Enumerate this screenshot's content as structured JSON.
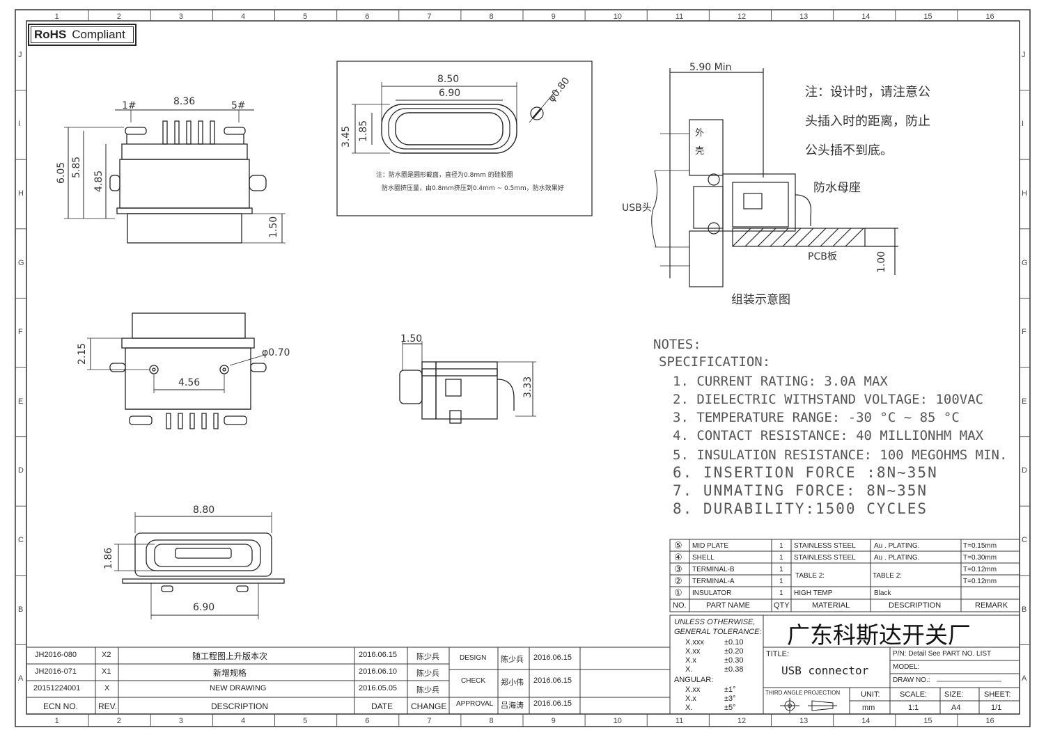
{
  "zones": {
    "columns": [
      "1",
      "2",
      "3",
      "4",
      "5",
      "6",
      "7",
      "8",
      "9",
      "10",
      "11",
      "12",
      "13",
      "14",
      "15",
      "16"
    ],
    "rows": [
      "J",
      "I",
      "H",
      "G",
      "F",
      "E",
      "D",
      "C",
      "B",
      "A"
    ]
  },
  "rohs": {
    "bold": "RoHS",
    "text": "Compliant"
  },
  "top_view": {
    "pin1": "1#",
    "span": "8.36",
    "pin5": "5#",
    "h1": "6.05",
    "h2": "5.85",
    "h3": "4.85",
    "tail": "1.50"
  },
  "cutout": {
    "outer": "8.50",
    "inner": "6.90",
    "h_outer": "3.45",
    "h_inner": "1.85",
    "ring": "φ0.80",
    "note1": "注：防水圈是圆形截面，直径为0.8mm 的硅胶圈",
    "note2": "防水圈挤压量，由0.8mm挤压到0.4mm ~ 0.5mm，防水效果好"
  },
  "assembly": {
    "min": "5.90 Min",
    "shell": [
      "外",
      "壳"
    ],
    "usb": "USB头",
    "seat": "防水母座",
    "pcb": "PCB板",
    "thick": "1.00",
    "caption": "组装示意图",
    "note": [
      "注：设计时，请注意公",
      "头插入时的距离，防止",
      "公头插不到底。"
    ]
  },
  "bottom_view": {
    "h": "2.15",
    "pitch": "4.56",
    "hole": "φ0.70"
  },
  "side_view": {
    "w": "1.50",
    "h": "3.33"
  },
  "front_view": {
    "w_outer": "8.80",
    "h": "1.86",
    "w_inner": "6.90"
  },
  "notes": {
    "title": "NOTES:",
    "spec": "SPECIFICATION:",
    "items": [
      "1. CURRENT RATING: 3.0A MAX",
      "2. DIELECTRIC WITHSTAND VOLTAGE: 100VAC",
      "3. TEMPERATURE RANGE: -30 °C ~ 85 °C",
      "4. CONTACT RESISTANCE: 40 MILLIONHM MAX",
      "5. INSULATION RESISTANCE: 100 MEGOHMS MIN.",
      "6. INSERTION FORCE :8N~35N",
      "7. UNMATING FORCE: 8N~35N",
      "8. DURABILITY:1500 CYCLES"
    ]
  },
  "bom": {
    "rows": [
      {
        "no": "⑤",
        "part": "MID PLATE",
        "qty": "1",
        "material": "STAINLESS STEEL",
        "desc": "Au . PLATING.",
        "remark": "T=0.15mm"
      },
      {
        "no": "④",
        "part": "SHELL",
        "qty": "1",
        "material": "STAINLESS STEEL",
        "desc": "Au . PLATING.",
        "remark": "T=0.30mm"
      },
      {
        "no": "③",
        "part": "TERMINAL-B",
        "qty": "1",
        "material": "",
        "desc": "",
        "remark": "T=0.12mm"
      },
      {
        "no": "②",
        "part": "TERMINAL-A",
        "qty": "1",
        "material": "",
        "desc": "",
        "remark": "T=0.12mm"
      },
      {
        "no": "①",
        "part": "INSULATOR",
        "qty": "1",
        "material": "HIGH TEMP",
        "desc": "Black",
        "remark": ""
      }
    ],
    "table2_material": "TABLE 2:",
    "table2_desc": "TABLE 2:",
    "headers": {
      "no": "NO.",
      "part": "PART NAME",
      "qty": "QTY",
      "material": "MATERIAL",
      "desc": "DESCRIPTION",
      "remark": "REMARK"
    }
  },
  "tolerance": {
    "title1": "UNLESS OTHERWISE,",
    "title2": "GENERAL TOLERANCE:",
    "rows": [
      [
        "X.xxx",
        "±0.10"
      ],
      [
        "X.xx",
        "±0.20"
      ],
      [
        "X.x",
        "±0.30"
      ],
      [
        "X.",
        "±0.38"
      ]
    ],
    "angular": "ANGULAR:",
    "angles": [
      [
        "X.xx",
        "±1°"
      ],
      [
        "X.x",
        "±3°"
      ],
      [
        "X.",
        "±5°"
      ]
    ]
  },
  "title_block": {
    "company": "广东科斯达开关厂",
    "title_label": "TITLE:",
    "title": "USB connector",
    "pn": "P/N: Detail  See  PART  NO.  LIST",
    "model": "MODEL:",
    "drawno": "DRAW  NO.:",
    "projection": "THIRD ANGLE PROJECTION",
    "unit_label": "UNIT:",
    "unit": "mm",
    "scale_label": "SCALE:",
    "scale": "1:1",
    "size_label": "SIZE:",
    "size": "A4",
    "sheet_label": "SHEET:",
    "sheet": "1/1"
  },
  "revisions": [
    {
      "ecn": "JH2016-080",
      "rev": "X2",
      "desc": "随工程图上升版本次",
      "date": "2016.06.15",
      "change": "陈少兵"
    },
    {
      "ecn": "JH2016-071",
      "rev": "X1",
      "desc": "新增规格",
      "date": "2016.06.10",
      "change": "陈少兵"
    },
    {
      "ecn": "20151224001",
      "rev": "X",
      "desc": "NEW DRAWING",
      "date": "2016.05.05",
      "change": "陈少兵"
    }
  ],
  "rev_headers": {
    "ecn": "ECN NO.",
    "rev": "REV.",
    "desc": "DESCRIPTION",
    "date": "DATE",
    "change": "CHANGE"
  },
  "approvals": [
    {
      "role": "DESIGN",
      "name": "陈少兵",
      "date": "2016.06.15"
    },
    {
      "role": "CHECK",
      "name": "郑小伟",
      "date": "2016.06.15"
    },
    {
      "role": "APPROVAL",
      "name": "吕海涛",
      "date": "2016.06.15"
    }
  ]
}
